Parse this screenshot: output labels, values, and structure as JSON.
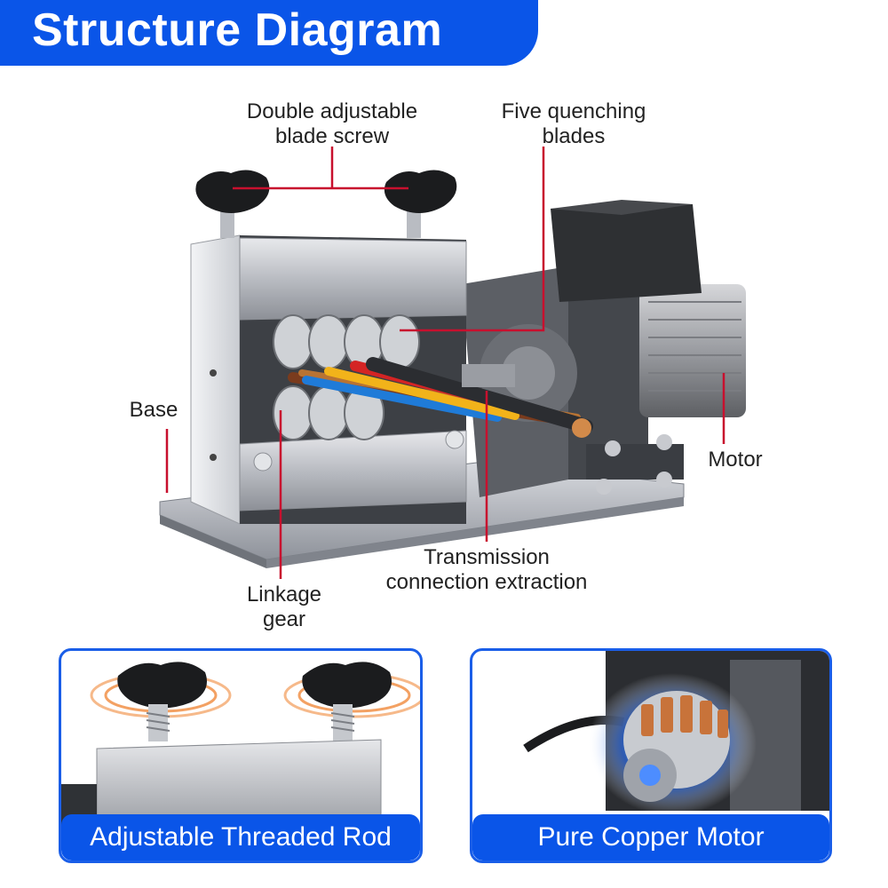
{
  "title": "Structure Diagram",
  "labels": {
    "blade_screw": "Double adjustable\nblade screw",
    "quenching_blades": "Five quenching\nblades",
    "base": "Base",
    "motor": "Motor",
    "transmission": "Transmission\nconnection extraction",
    "linkage_gear": "Linkage\ngear"
  },
  "panels": {
    "left_caption": "Adjustable Threaded Rod",
    "right_caption": "Pure Copper Motor"
  },
  "colors": {
    "accent": "#0a55e8",
    "leader_line": "#c8102e"
  }
}
